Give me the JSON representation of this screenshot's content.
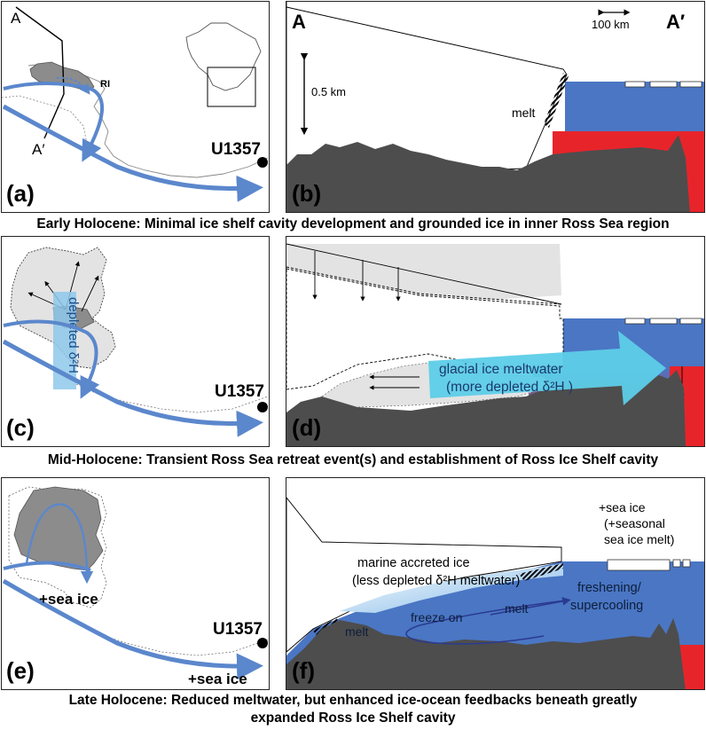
{
  "panels": {
    "a": {
      "label": "(a)",
      "section_a": "A",
      "section_a_prime": "A′",
      "ri": "RI",
      "site": "U1357"
    },
    "b": {
      "label": "(b)",
      "section_a": "A",
      "section_a_prime": "A′",
      "scale_h": "100 km",
      "scale_v": "0.5 km",
      "melt": "melt"
    },
    "c": {
      "label": "(c)",
      "site": "U1357",
      "depleted": "depleted δ²H"
    },
    "d": {
      "label": "(d)",
      "meltwater_line1": "glacial ice meltwater",
      "meltwater_line2": "(more depleted δ²H )"
    },
    "e": {
      "label": "(e)",
      "sea_ice_1": "+sea ice",
      "sea_ice_2": "+sea ice",
      "site": "U1357"
    },
    "f": {
      "label": "(f)",
      "sea_ice_line1": "+sea ice",
      "sea_ice_line2": "(+seasonal",
      "sea_ice_line3": "sea ice melt)",
      "accreted_line1": "marine accreted ice",
      "accreted_line2": "(less depleted δ²H meltwater)",
      "freshening_line1": "freshening/",
      "freshening_line2": "supercooling",
      "melt_right": "melt",
      "melt_left": "melt",
      "freeze_on": "freeze on"
    }
  },
  "captions": {
    "early": "Early Holocene: Minimal ice shelf cavity development and grounded ice in inner Ross Sea region",
    "mid": "Mid-Holocene: Transient Ross Sea retreat event(s) and establishment of Ross Ice Shelf cavity",
    "late_line1": "Late Holocene: Reduced meltwater, but enhanced ice-ocean feedbacks beneath greatly",
    "late_line2": "expanded Ross Ice Shelf cavity"
  },
  "colors": {
    "ocean_blue": "#4a76c4",
    "warm_red": "#e8242b",
    "bedrock": "#4d4d4d",
    "arrow_blue": "#5b87cc",
    "meltwater_cyan": "#5dcde8"
  }
}
